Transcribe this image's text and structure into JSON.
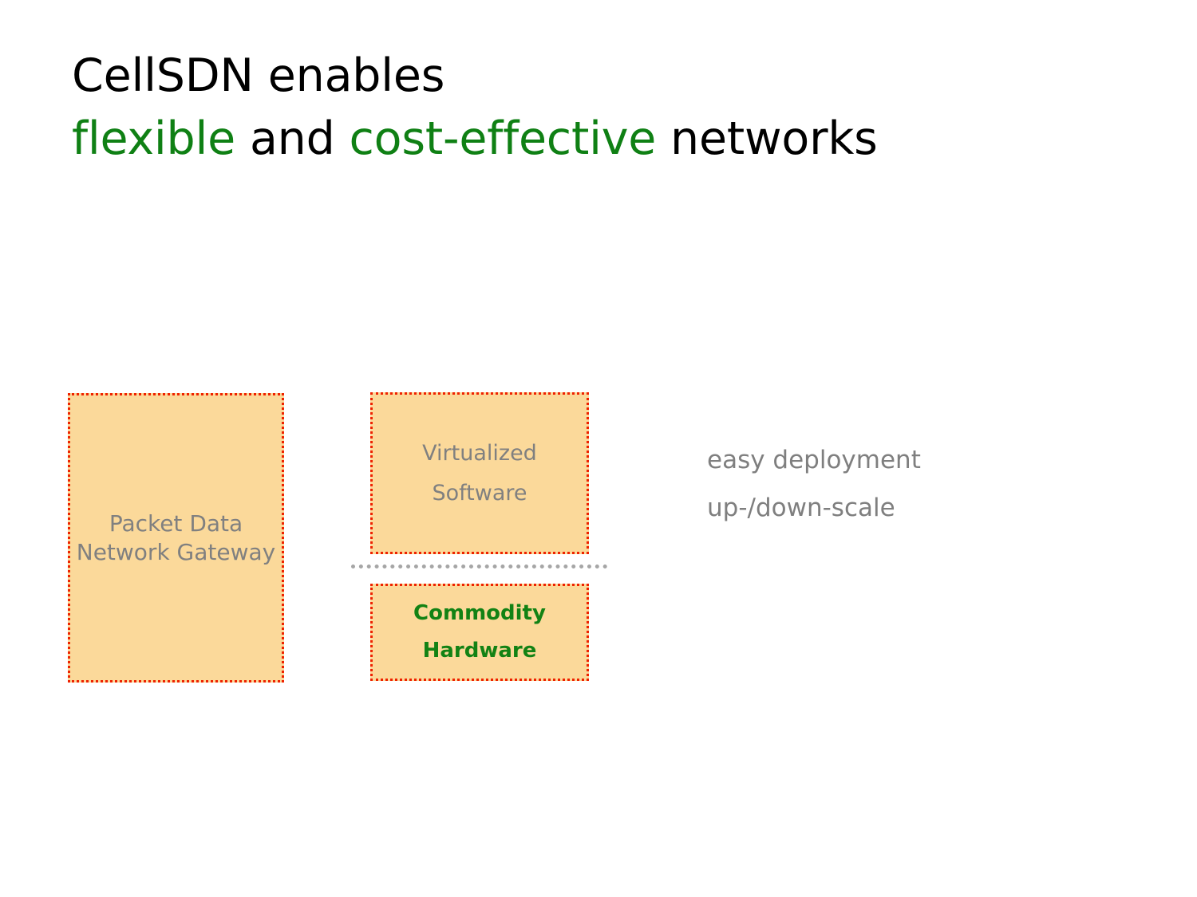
{
  "slide": {
    "background_color": "#ffffff",
    "title": {
      "line1": "CellSDN enables",
      "line2_part1": "flexible",
      "line2_part2": " and ",
      "line2_part3": "cost-effective",
      "line2_part4": " networks",
      "text_color": "#000000",
      "accent_color": "#0f8014"
    },
    "boxes": [
      {
        "name": "packet-data-network-gateway",
        "label_line1": "Packet Data",
        "label_line2": "Network Gateway",
        "fill_color": "#fbd99a",
        "border_color": "#ee2200",
        "text_color": "#808080"
      },
      {
        "name": "virtualized-software",
        "label_line1": "Virtualized",
        "label_line2": "Software",
        "fill_color": "#fbd99a",
        "border_color": "#ee2200",
        "text_color": "#808080"
      },
      {
        "name": "commodity-hardware",
        "label_line1": "Commodity",
        "label_line2": "Hardware",
        "fill_color": "#fbd99a",
        "border_color": "#ee2200",
        "text_color": "#128214"
      }
    ],
    "divider": {
      "color": "#a6a6a6",
      "style": "dotted"
    },
    "notes": {
      "line1": "easy deployment",
      "line2": "up-/down-scale",
      "text_color": "#7f7f7f"
    }
  }
}
